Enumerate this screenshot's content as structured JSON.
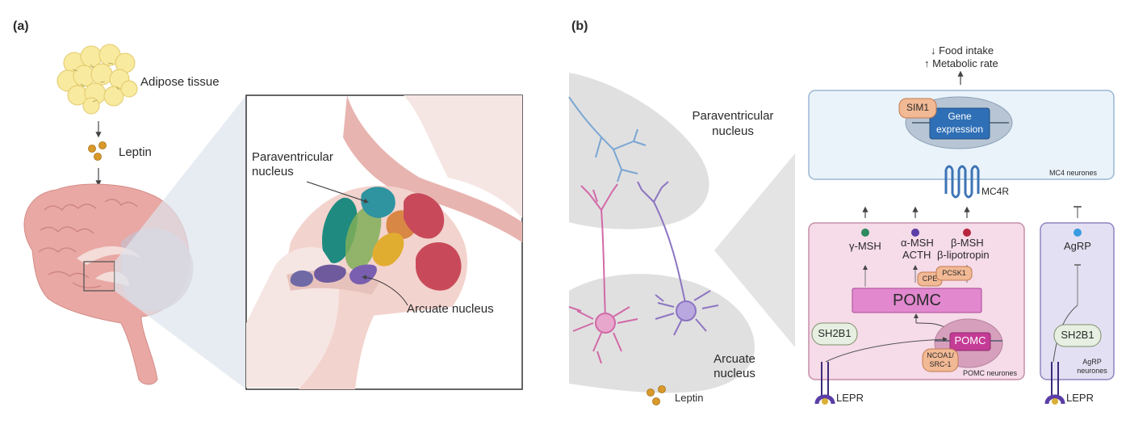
{
  "panel_a": {
    "letter": "(a)",
    "adipose_label": "Adipose tissue",
    "leptin_label": "Leptin",
    "paraventricular_label_1": "Paraventricular",
    "paraventricular_label_2": "nucleus",
    "arcuate_label": "Arcuate nucleus"
  },
  "panel_b": {
    "letter": "(b)",
    "output_line_1": "↓ Food intake",
    "output_line_2": "↑ Metabolic rate",
    "sim1": "SIM1",
    "gene_expr_1": "Gene",
    "gene_expr_2": "expression",
    "mc4_neurones": "MC4 neurones",
    "mc4r": "MC4R",
    "paraventricular_1": "Paraventricular",
    "paraventricular_2": "nucleus",
    "arcuate_1": "Arcuate",
    "arcuate_2": "nucleus",
    "gamma_msh": "γ-MSH",
    "alpha_msh": "α-MSH",
    "acth": "ACTH",
    "beta_msh": "β-MSH",
    "beta_lipotropin": "β-lipotropin",
    "cpe": "CPE",
    "pcsk1": "PCSK1",
    "pomc_big": "POMC",
    "pomc_small": "POMC",
    "sh2b1_left": "SH2B1",
    "sh2b1_right": "SH2B1",
    "ncoa1_1": "NCOA1/",
    "ncoa1_2": "SRC-1",
    "pomc_neurones": "POMC neurones",
    "agrp": "AgRP",
    "agrp_neurones_1": "AgRP",
    "agrp_neurones_2": "neurones",
    "lepr_left": "LEPR",
    "lepr_right": "LEPR",
    "leptin": "Leptin"
  },
  "colors": {
    "brain_pink": "#e8a3a0",
    "tissue_pink": "#f3d6d0",
    "mc4_box": "#eaf3fa",
    "pomc_box": "#f6dbe8",
    "agrp_box": "#e4e0f3",
    "gene_blue": "#2f6fb5",
    "pomc_magenta": "#d976c0"
  }
}
